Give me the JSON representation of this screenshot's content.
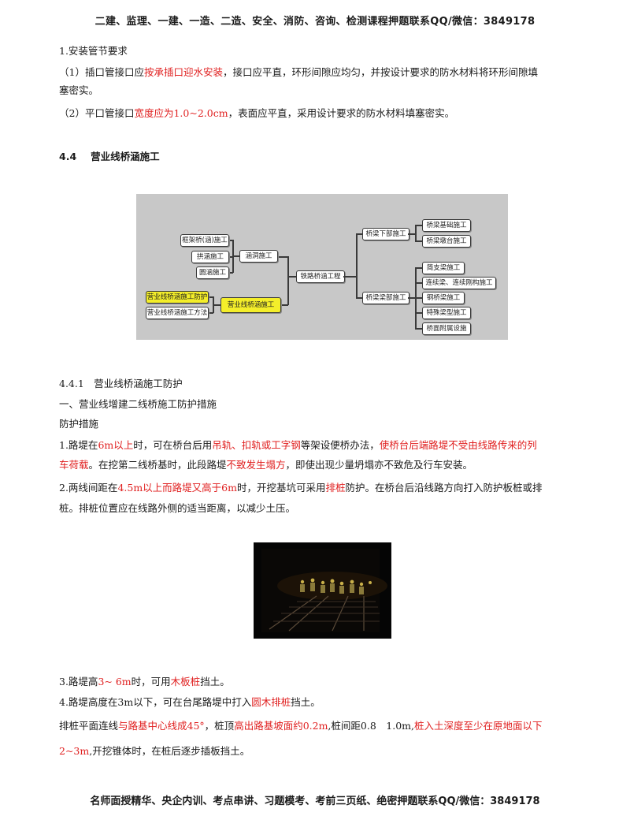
{
  "header": {
    "text": "二建、监理、一建、一造、二造、安全、消防、咨询、检测课程押题联系QQ/微信：3849178"
  },
  "footer": {
    "text": "名师面授精华、央企内训、考点串讲、习题模考、考前三页纸、绝密押题联系QQ/微信：3849178"
  },
  "section1": {
    "title": "1.安装管节要求",
    "p1": {
      "a": "（1）插口管接口应",
      "b": "按承插口迎水安装",
      "c": "，接口应平直，环形间隙应均匀，并按设计要求的防水材料将环形间隙填",
      "d": "塞密实。"
    },
    "p2": {
      "a": "（2）平口管接口",
      "b": "宽度应为1.0~2.0cm",
      "c": "，表面应平直，采用设计要求的防水材料填塞密实。"
    }
  },
  "heading44": {
    "num": "4.4",
    "title": "营业线桥涵施工"
  },
  "diagram": {
    "root": "铁路桥涵工程",
    "left_branch": "涵洞施工",
    "left_items": [
      "框架桥(涵)施工",
      "拱涵施工",
      "圆涵施工"
    ],
    "left_highlight": "营业线桥涵施工",
    "left_highlight_items": [
      "营业线桥涵施工防护",
      "营业线桥涵施工方法"
    ],
    "right_top": "桥梁下部施工",
    "right_top_items": [
      "桥梁基础施工",
      "桥梁墩台施工"
    ],
    "right_bottom": "桥梁梁部施工",
    "right_bottom_items": [
      "简支梁施工",
      "连续梁、连续刚构施工",
      "钢桥梁施工",
      "特殊梁型施工",
      "桥面附属设施"
    ]
  },
  "section441": {
    "title": "4.4.1　营业线桥涵施工防护",
    "sub": "一、营业线增建二线桥施工防护措施",
    "label": "防护措施",
    "item1": {
      "a": "1.路堤在",
      "b": "6m以上",
      "c": "时，可在桥台后用",
      "d": "吊轨、扣轨或工字钢",
      "e": "等架设便桥办法，",
      "f": "使桥台后端路堤不受由线路传来的列",
      "g": "车荷载",
      "h": "。在挖第二线桥基时，此段路堤",
      "i": "不致发生塌方",
      "j": "，即使出现少量坍塌亦不致危及行车安装。"
    },
    "item2": {
      "a": "2.两线间距在",
      "b": "4.5m以上而路堤又高于6m",
      "c": "时，开挖基坑可采用",
      "d": "排桩",
      "e": "防护。在桥台后沿线路方向打入防护板桩或排",
      "f": "桩。排桩位置应在线路外侧的适当距离，以减少土压。"
    },
    "item3": {
      "a": "3.路堤高",
      "b": "3~ 6m",
      "c": "时，可用",
      "d": "木板桩",
      "e": "挡土。"
    },
    "item4": {
      "a": "4.路堤高度在3m以下，可在台尾路堤中打入",
      "b": "圆木排桩",
      "c": "挡土。"
    },
    "item5": {
      "a": "排桩平面连线",
      "b": "与路基中心线成45°",
      "c": "，桩顶",
      "d": "高出路基坡面约0.2m",
      "e": ",桩间距0.8　1.0m,",
      "f": "桩入土深度至少在原地面以下",
      "g": "2~3m",
      "h": ",开挖锥体时，在桩后逐步插板挡土。"
    }
  },
  "colors": {
    "accent_red": "#e02020",
    "highlight_yellow": "#f4ee2a"
  }
}
